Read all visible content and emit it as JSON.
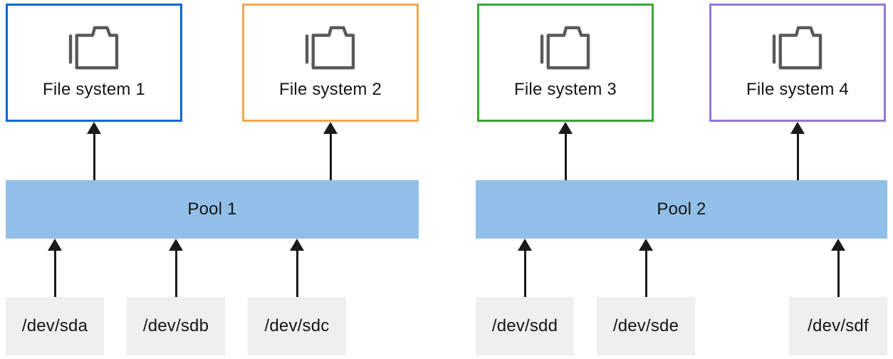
{
  "diagram": {
    "file_systems": [
      {
        "label": "File system 1",
        "border_color": "#0669cc"
      },
      {
        "label": "File system 2",
        "border_color": "#f5a74f"
      },
      {
        "label": "File system 3",
        "border_color": "#3ba639"
      },
      {
        "label": "File system 4",
        "border_color": "#9179d4"
      }
    ],
    "pools": [
      {
        "label": "Pool 1",
        "fill_color": "#92bfe8"
      },
      {
        "label": "Pool 2",
        "fill_color": "#92bfe8"
      }
    ],
    "devices": [
      {
        "label": "/dev/sda"
      },
      {
        "label": "/dev/sdb"
      },
      {
        "label": "/dev/sdc"
      },
      {
        "label": "/dev/sdd"
      },
      {
        "label": "/dev/sde"
      },
      {
        "label": "/dev/sdf"
      }
    ],
    "colors": {
      "arrow": "#1a1a1a",
      "folder_icon": "#595959",
      "text": "#151515",
      "device_fill": "#efefef",
      "box_background": "#ffffff"
    }
  }
}
